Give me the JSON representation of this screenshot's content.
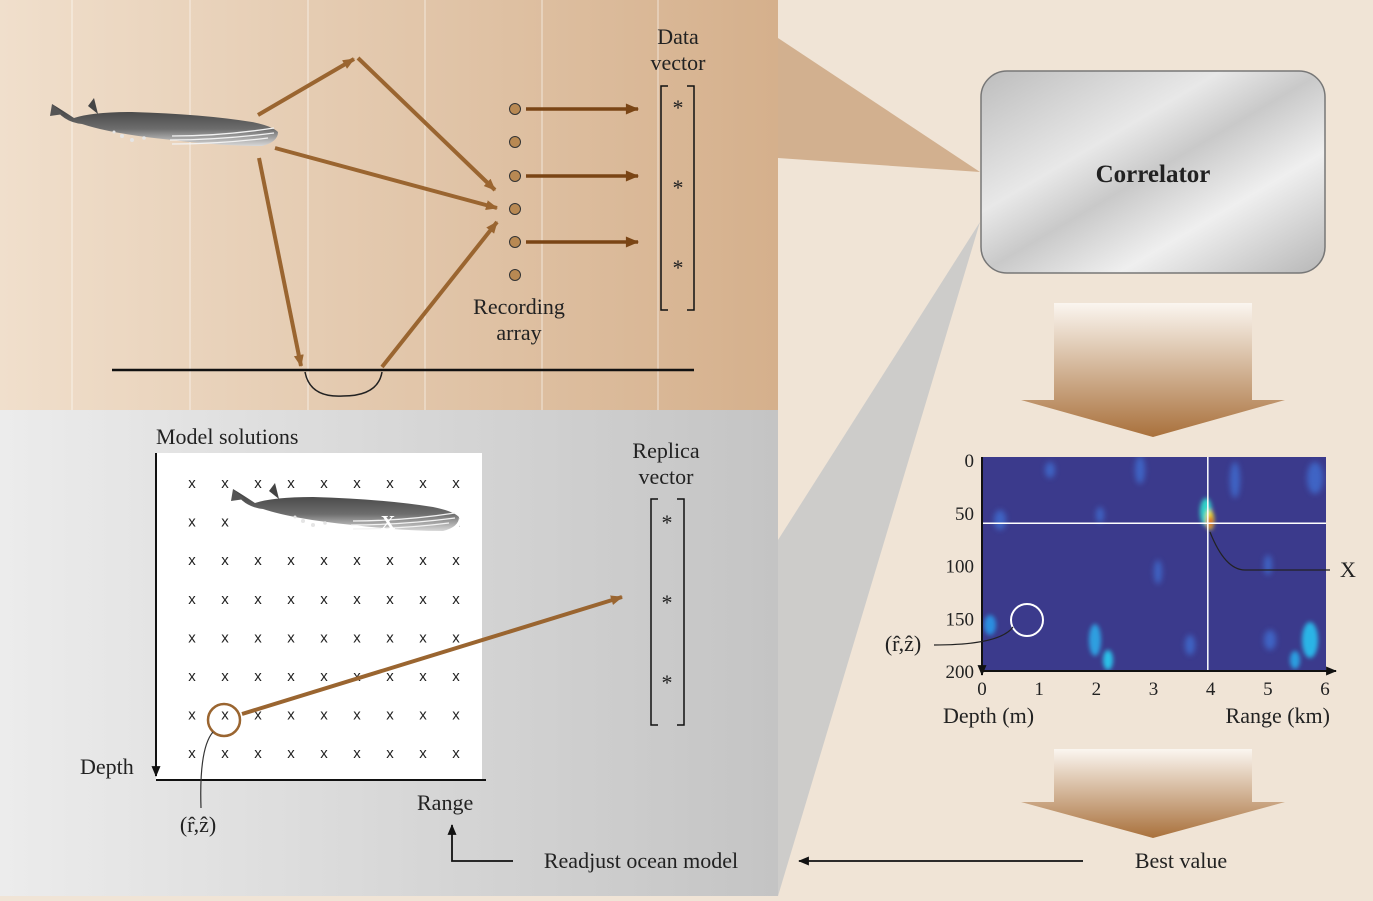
{
  "top": {
    "data_vector_label_1": "Data",
    "data_vector_label_2": "vector",
    "recording_array_label_1": "Recording",
    "recording_array_label_2": "array",
    "vector_entry": "*"
  },
  "correlator": {
    "label": "Correlator"
  },
  "model": {
    "title": "Model solutions",
    "depth_label": "Depth",
    "range_label": "Range",
    "grid_mark": "x",
    "whale_mark": "X",
    "estimate_label": "(r̂,ẑ)",
    "rows": 8,
    "cols": 9
  },
  "replica": {
    "label_1": "Replica",
    "label_2": "vector",
    "vector_entry": "*"
  },
  "ambiguity_plot": {
    "y_ticks": [
      "0",
      "50",
      "100",
      "150",
      "200"
    ],
    "x_ticks": [
      "0",
      "1",
      "2",
      "3",
      "4",
      "5",
      "6"
    ],
    "depth_label": "Depth (m)",
    "range_label": "Range (km)",
    "peak_label": "X",
    "estimate_label": "(r̂,ẑ)",
    "peak": {
      "range_km": 3.95,
      "depth_m": 60
    },
    "ylim": [
      0,
      200
    ],
    "xlim": [
      0,
      6
    ]
  },
  "feedback": {
    "readjust": "Readjust ocean model",
    "best_value": "Best value"
  },
  "colors": {
    "arrow_brown": "#9a6530",
    "top_panel": "#d9b997",
    "grey_panel": "#cfcfcf",
    "right_bg": "#f0e4d6",
    "plot_bg": "#3b3a8c"
  }
}
